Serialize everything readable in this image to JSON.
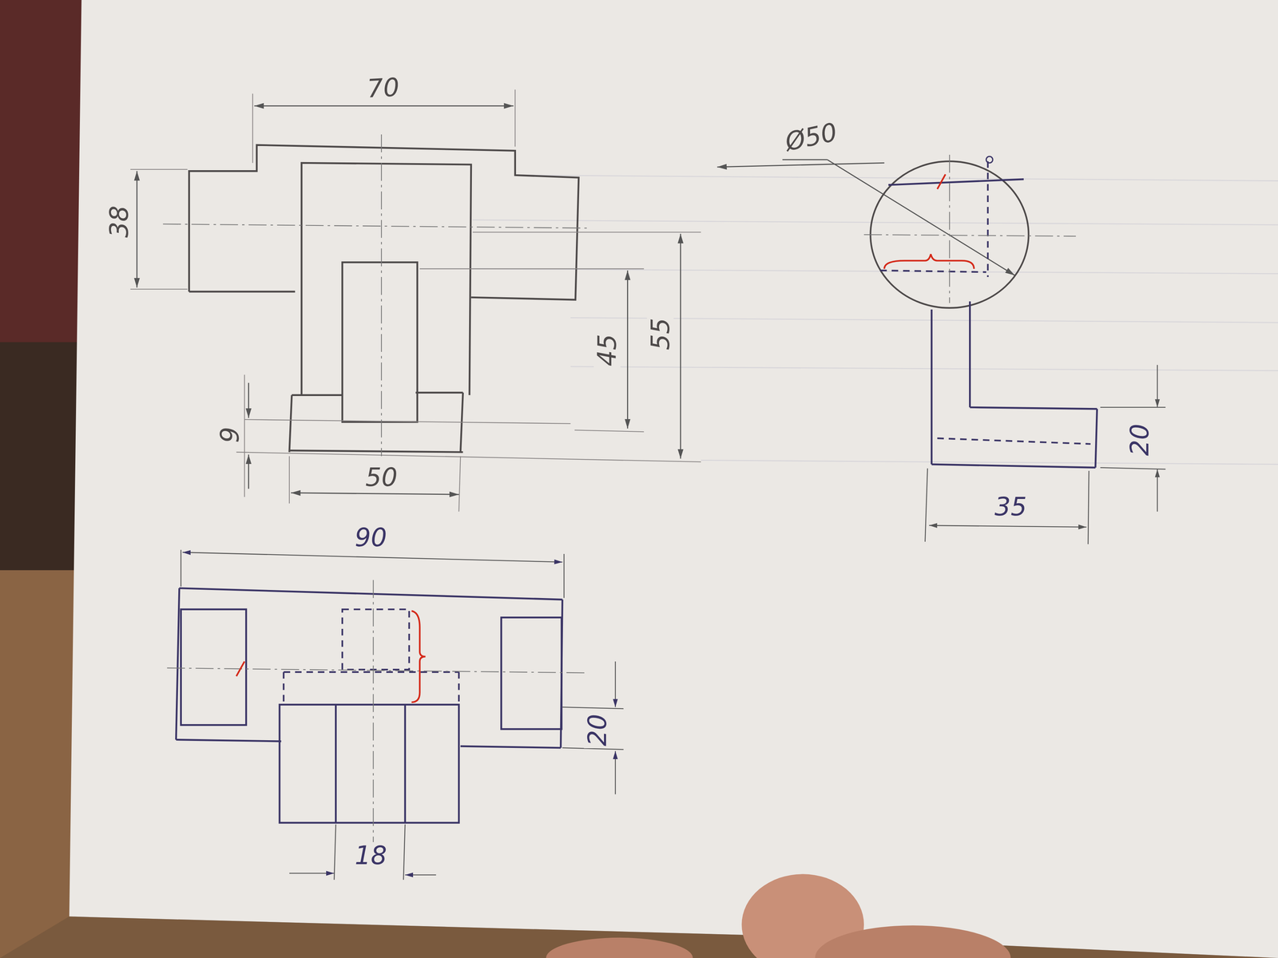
{
  "diagram": {
    "labels": [
      "70",
      "38",
      "9",
      "50",
      "45",
      "55",
      "Ø50",
      "20",
      "35",
      "90",
      "20",
      "18"
    ]
  }
}
